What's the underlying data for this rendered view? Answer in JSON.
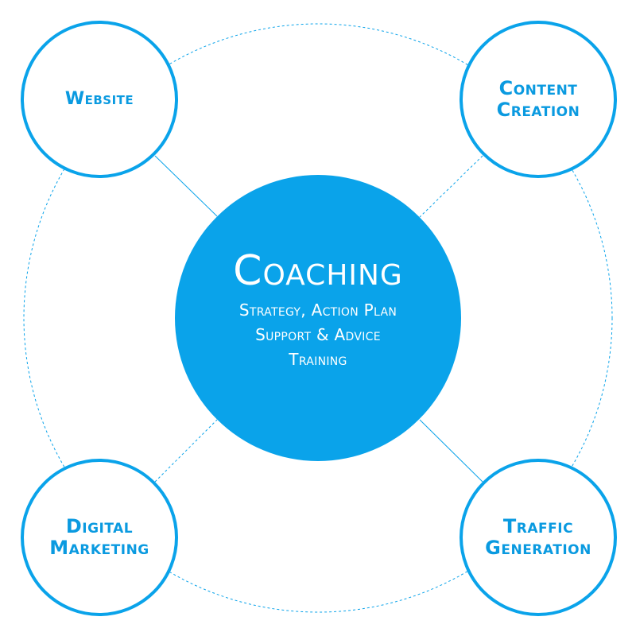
{
  "colors": {
    "primary": "#0aa3ea",
    "label": "#0a9ae0",
    "background": "#ffffff"
  },
  "center": {
    "title": "Coaching",
    "lines": [
      "Strategy, Action Plan",
      "Support & Advice",
      "Training"
    ]
  },
  "nodes": {
    "website": {
      "lines": [
        "Website"
      ]
    },
    "content_creation": {
      "lines": [
        "Content",
        "Creation"
      ]
    },
    "digital_marketing": {
      "lines": [
        "Digital",
        "Marketing"
      ]
    },
    "traffic_generation": {
      "lines": [
        "Traffic",
        "Generation"
      ]
    }
  }
}
